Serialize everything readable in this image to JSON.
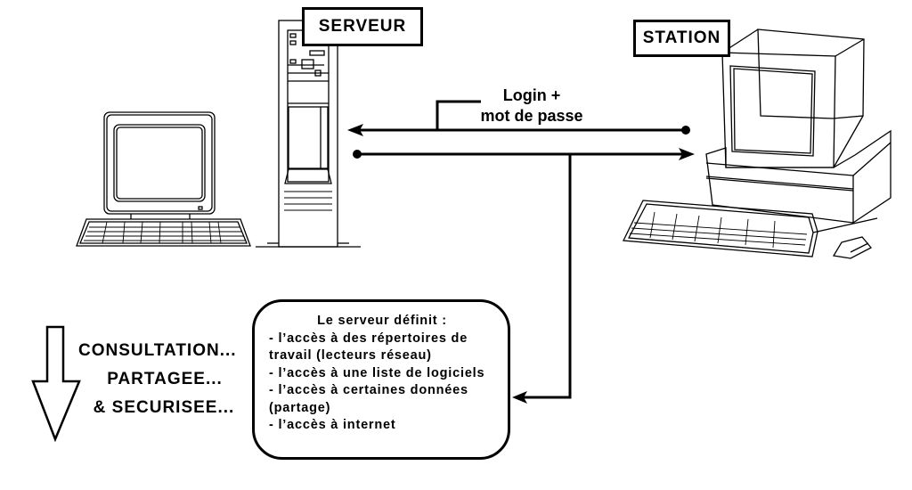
{
  "labels": {
    "server": "SERVEUR",
    "station": "STATION",
    "login_line1": "Login +",
    "login_line2": "mot de passe"
  },
  "info_box": {
    "title": "Le serveur définit :",
    "lines": [
      "- l’accès à des répertoires de",
      "travail (lecteurs réseau)",
      "- l’accès à une liste de logiciels",
      "- l’accès à certaines données",
      "(partage)",
      "- l’accès à internet"
    ]
  },
  "slogan": {
    "line1": "CONSULTATION...",
    "line2": "PARTAGEE...",
    "line3": "& SECURISEE..."
  },
  "icons": {
    "left_computer": "desktop-computer-icon",
    "server": "tower-server-icon",
    "station": "workstation-icon",
    "down_arrow": "down-arrow-icon"
  }
}
